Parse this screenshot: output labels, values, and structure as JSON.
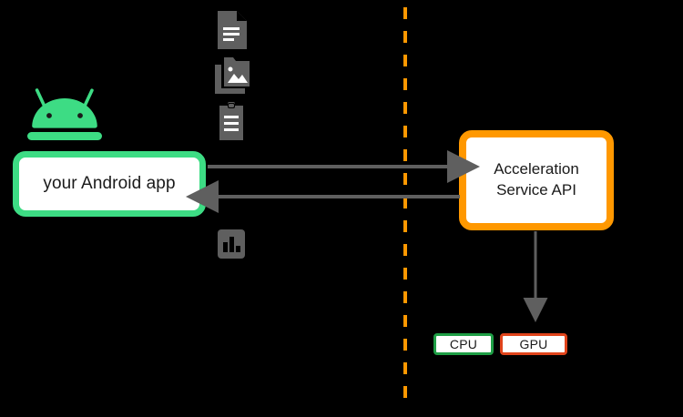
{
  "diagram": {
    "title": "Acceleration Service API architecture",
    "background_color": "#000000",
    "boundary": {
      "name": "device-service-boundary",
      "style": "dashed-vertical",
      "color": "#FF9800"
    },
    "client": {
      "label": "your Android app",
      "border_color": "#3DDC84",
      "fill_color": "#FFFFFF",
      "icon": "android-robot-icon"
    },
    "service": {
      "label_line1": "Acceleration",
      "label_line2": "Service API",
      "border_color": "#FF9800",
      "fill_color": "#FFFFFF"
    },
    "data_icons": [
      {
        "name": "document-icon",
        "label": "document"
      },
      {
        "name": "image-icon",
        "label": "images"
      },
      {
        "name": "clipboard-icon",
        "label": "clipboard"
      },
      {
        "name": "bar-chart-icon",
        "label": "benchmark results"
      }
    ],
    "accelerators": [
      {
        "name": "cpu-chip",
        "label": "CPU",
        "border_color": "#1E9E45"
      },
      {
        "name": "gpu-chip",
        "label": "GPU",
        "border_color": "#E0441B"
      }
    ],
    "arrows": [
      {
        "name": "arrow-app-to-service",
        "direction": "right",
        "color": "#5f5f5f"
      },
      {
        "name": "arrow-service-to-app",
        "direction": "left",
        "color": "#5f5f5f"
      },
      {
        "name": "arrow-service-to-accelerators",
        "direction": "down",
        "color": "#5f5f5f"
      }
    ]
  }
}
